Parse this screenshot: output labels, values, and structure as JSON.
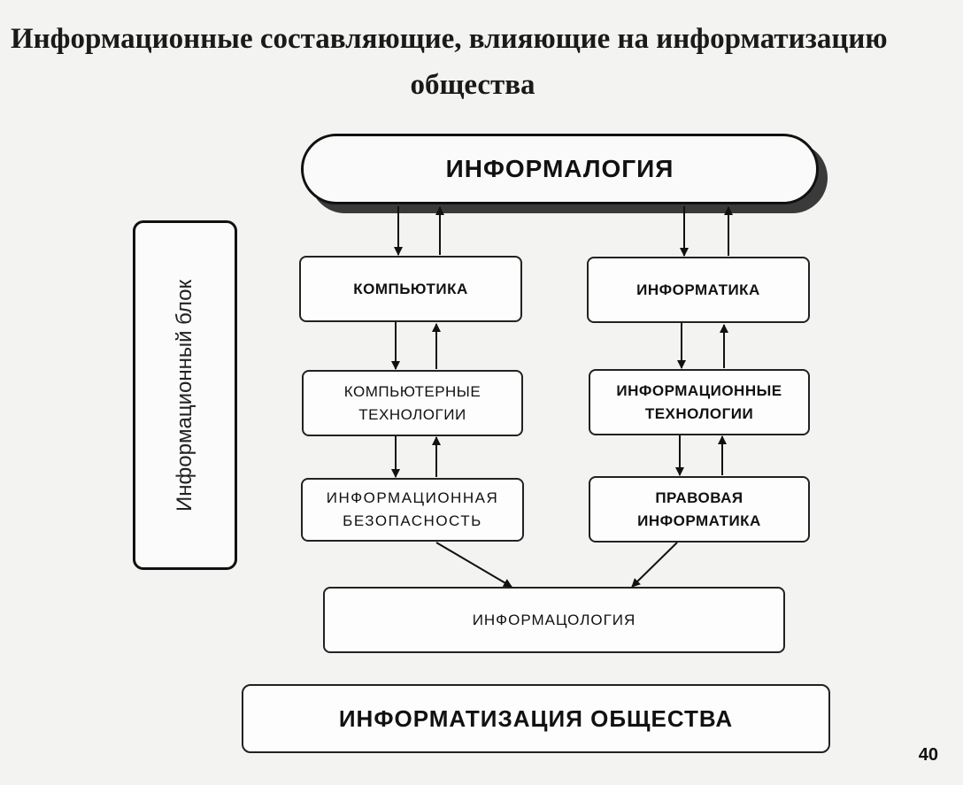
{
  "title": {
    "line1": "Информационные составляющие, влияющие на информатизацию",
    "line2": "общества"
  },
  "side_block": "Информационный блок",
  "nodes": {
    "informalogy": "ИНФОРМАЛОГИЯ",
    "computics": "КОМПЬЮТИКА",
    "informatics": "ИНФОРМАТИКА",
    "computer_tech_line1": "КОМПЬЮТЕРНЫЕ",
    "computer_tech_line2": "ТЕХНОЛОГИИ",
    "info_tech_line1": "ИНФОРМАЦИОННЫЕ",
    "info_tech_line2": "ТЕХНОЛОГИИ",
    "info_security_line1": "ИНФОРМАЦИОННАЯ",
    "info_security_line2": "БЕЗОПАСНОСТЬ",
    "legal_informatics_line1": "ПРАВОВАЯ",
    "legal_informatics_line2": "ИНФОРМАТИКА",
    "informacology": "ИНФОРМАЦОЛОГИЯ",
    "society_informatization": "ИНФОРМАТИЗАЦИЯ ОБЩЕСТВА"
  },
  "page_number": "40"
}
